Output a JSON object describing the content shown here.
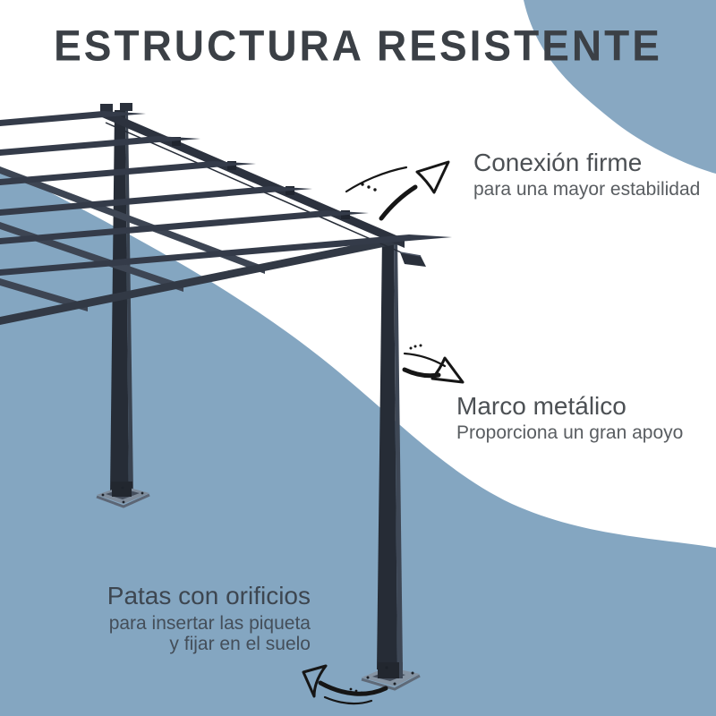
{
  "title": "ESTRUCTURA RESISTENTE",
  "annotations": {
    "connection": {
      "heading": "Conexión firme",
      "subheading": "para una mayor estabilidad"
    },
    "frame": {
      "heading": "Marco metálico",
      "subheading": "Proporciona un gran apoyo"
    },
    "legs": {
      "heading": "Patas con orificios",
      "subheading_line1": "para insertar las piqueta",
      "subheading_line2": "y fijar en el suelo"
    }
  },
  "icons": {
    "arrow_connection": "curved-arrow-up-right",
    "arrow_frame": "curved-arrow-down-right",
    "arrow_legs": "curved-arrow-up-left"
  },
  "colors": {
    "background_blue": "#84a6c1",
    "background_circle_blue": "#88a8c2",
    "background_white": "#ffffff",
    "title_text": "#3b4046",
    "annotation_heading_text": "#4c5054",
    "annotation_subheading_text": "#595d61",
    "annotation_on_blue_text": "#3d4650",
    "arrow_ink": "#161616",
    "structure_dark": "#262c36",
    "structure_highlight": "#3e4755",
    "foot_plate": "#8593a2"
  }
}
